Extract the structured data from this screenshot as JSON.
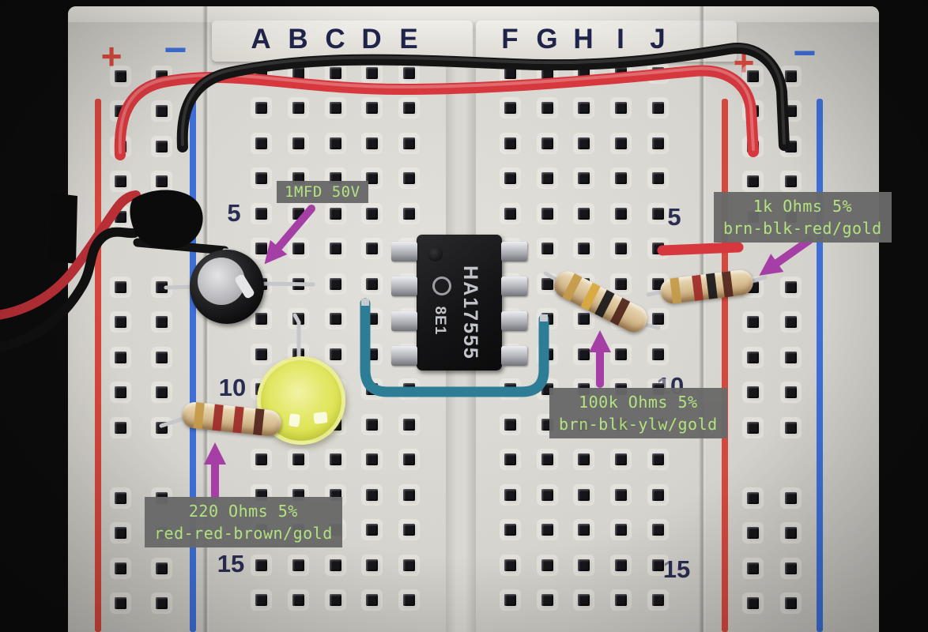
{
  "scene": {
    "description": "Photograph of a solderless breadboard holding a 555 timer LED blinker circuit with annotated component labels"
  },
  "board": {
    "letters_left": [
      "A",
      "B",
      "C",
      "D",
      "E"
    ],
    "letters_right": [
      "F",
      "G",
      "H",
      "I",
      "J"
    ],
    "row_numbers": [
      "5",
      "10",
      "15"
    ],
    "plus_symbol": "+",
    "minus_symbol": "−"
  },
  "ic": {
    "marking_line1": "HA17555",
    "marking_line2": "8E1"
  },
  "annotations": {
    "capacitor": {
      "line1": "1MFD 50V"
    },
    "resistor_1k": {
      "line1": "1k Ohms 5%",
      "line2": "brn-blk-red/gold"
    },
    "resistor_100k": {
      "line1": "100k Ohms 5%",
      "line2": "brn-blk-ylw/gold"
    },
    "resistor_220": {
      "line1": "220 Ohms 5%",
      "line2": "red-red-brown/gold"
    }
  },
  "colors": {
    "label_bg": "#696969",
    "label_text": "#b3e47e",
    "arrow": "#a53fa6",
    "rail_red": "#d6473d",
    "rail_blue": "#3d6fd7",
    "wire_red": "#d6383e",
    "wire_black": "#141414",
    "jumper_teal": "#2d7d96",
    "led_yellow": "#dde24f"
  }
}
